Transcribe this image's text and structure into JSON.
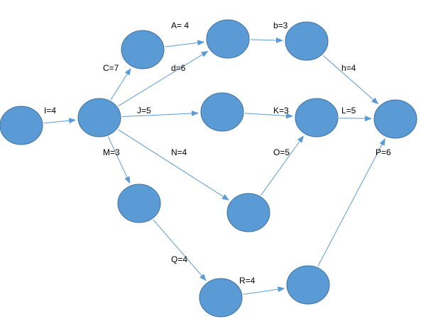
{
  "colors": {
    "node_fill": "#5b9bd5",
    "node_stroke": "#41719c",
    "edge": "#5b9bd5",
    "text": "#000000"
  },
  "nodes": [
    {
      "id": "n1"
    },
    {
      "id": "n2"
    },
    {
      "id": "n3"
    },
    {
      "id": "n4"
    },
    {
      "id": "n5"
    },
    {
      "id": "n6"
    },
    {
      "id": "n7"
    },
    {
      "id": "n8"
    },
    {
      "id": "n9"
    },
    {
      "id": "n10"
    },
    {
      "id": "n11"
    },
    {
      "id": "n12"
    },
    {
      "id": "n13"
    }
  ],
  "edges": [
    {
      "from": "n1",
      "to": "n2",
      "label": "I=4"
    },
    {
      "from": "n2",
      "to": "n3",
      "label": "C=7"
    },
    {
      "from": "n3",
      "to": "n4",
      "label": "A= 4"
    },
    {
      "from": "n2",
      "to": "n4",
      "label": "d=6"
    },
    {
      "from": "n4",
      "to": "n5",
      "label": "b=3"
    },
    {
      "from": "n5",
      "to": "n9",
      "label": "h=4"
    },
    {
      "from": "n2",
      "to": "n6",
      "label": "J=5"
    },
    {
      "from": "n6",
      "to": "n7",
      "label": "K=3"
    },
    {
      "from": "n7",
      "to": "n9",
      "label": "L=5"
    },
    {
      "from": "n2",
      "to": "n8",
      "label": "N=4"
    },
    {
      "from": "n8",
      "to": "n7",
      "label": "O=5"
    },
    {
      "from": "n2",
      "to": "n10",
      "label": "M=3"
    },
    {
      "from": "n10",
      "to": "n11",
      "label": "Q=4"
    },
    {
      "from": "n11",
      "to": "n12",
      "label": "R=4"
    },
    {
      "from": "n12",
      "to": "n9",
      "label": "P=6"
    }
  ]
}
